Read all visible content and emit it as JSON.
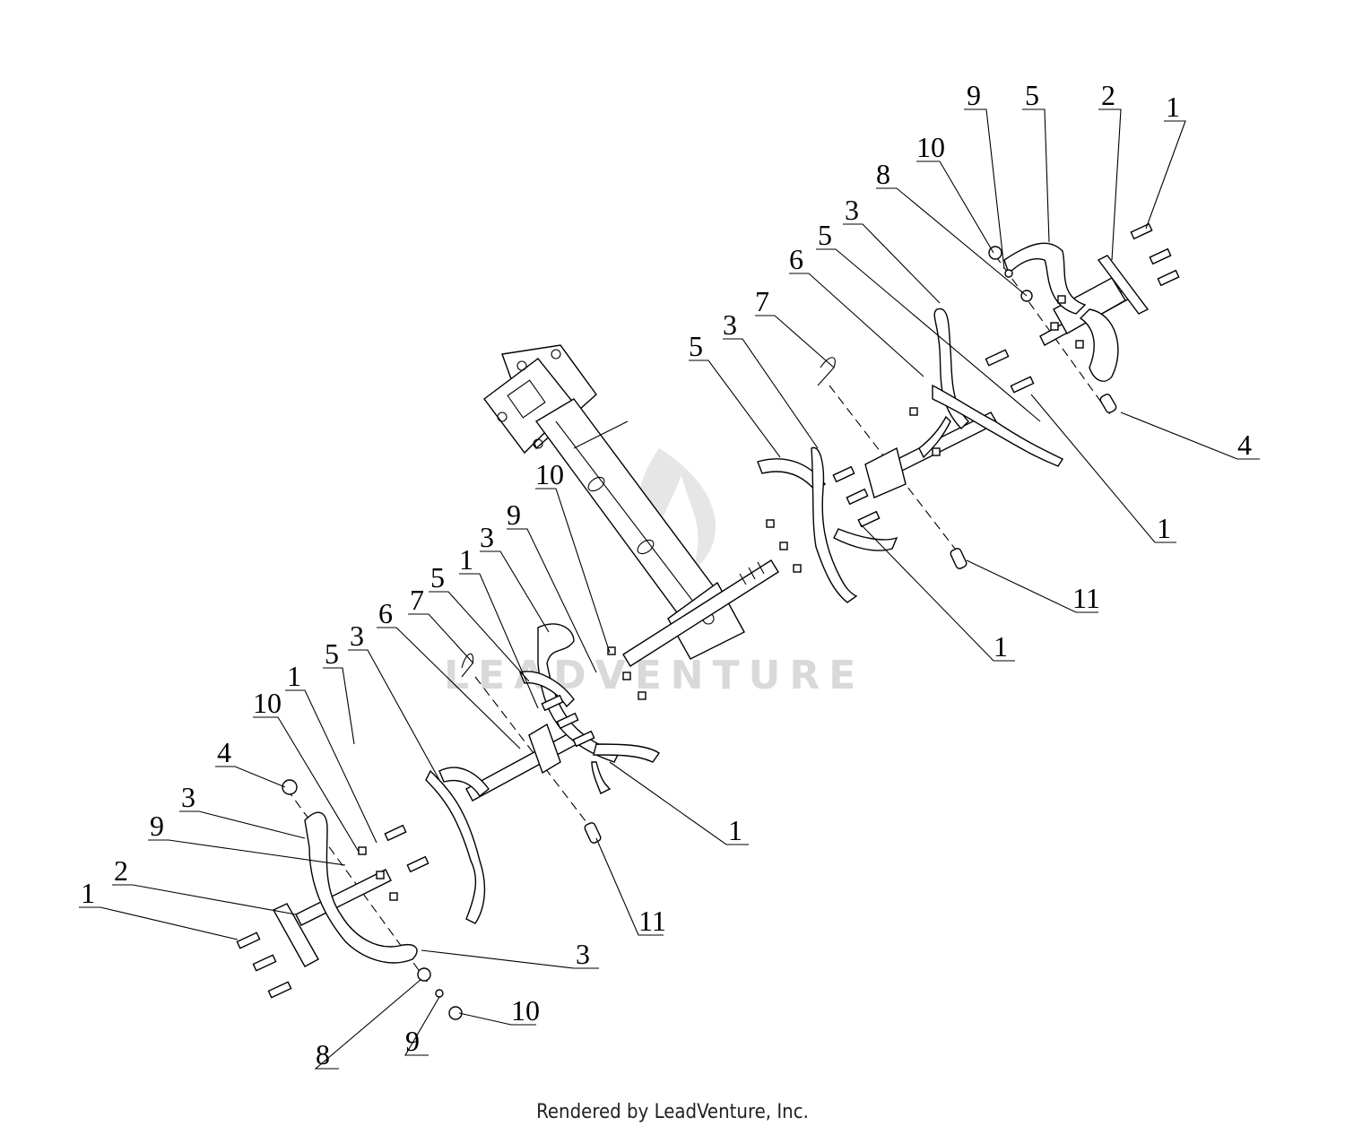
{
  "footer": "Rendered by LeadVenture, Inc.",
  "watermark": "LEADVENTURE",
  "callouts": [
    {
      "id": "c1",
      "text": "9"
    },
    {
      "id": "c2",
      "text": "5"
    },
    {
      "id": "c3",
      "text": "2"
    },
    {
      "id": "c4",
      "text": "1"
    },
    {
      "id": "c5",
      "text": "10"
    },
    {
      "id": "c6",
      "text": "8"
    },
    {
      "id": "c7",
      "text": "3"
    },
    {
      "id": "c8",
      "text": "5"
    },
    {
      "id": "c9",
      "text": "6"
    },
    {
      "id": "c10",
      "text": "7"
    },
    {
      "id": "c11",
      "text": "3"
    },
    {
      "id": "c12",
      "text": "5"
    },
    {
      "id": "c13",
      "text": "4"
    },
    {
      "id": "c14",
      "text": "1"
    },
    {
      "id": "c15",
      "text": "11"
    },
    {
      "id": "c16",
      "text": "1"
    },
    {
      "id": "c17",
      "text": "10"
    },
    {
      "id": "c18",
      "text": "9"
    },
    {
      "id": "c19",
      "text": "3"
    },
    {
      "id": "c20",
      "text": "1"
    },
    {
      "id": "c21",
      "text": "5"
    },
    {
      "id": "c22",
      "text": "7"
    },
    {
      "id": "c23",
      "text": "6"
    },
    {
      "id": "c24",
      "text": "3"
    },
    {
      "id": "c25",
      "text": "5"
    },
    {
      "id": "c26",
      "text": "1"
    },
    {
      "id": "c27",
      "text": "10"
    },
    {
      "id": "c28",
      "text": "4"
    },
    {
      "id": "c29",
      "text": "3"
    },
    {
      "id": "c30",
      "text": "9"
    },
    {
      "id": "c31",
      "text": "2"
    },
    {
      "id": "c32",
      "text": "1"
    },
    {
      "id": "c33",
      "text": "1"
    },
    {
      "id": "c34",
      "text": "11"
    },
    {
      "id": "c35",
      "text": "3"
    },
    {
      "id": "c36",
      "text": "10"
    },
    {
      "id": "c37",
      "text": "9"
    },
    {
      "id": "c38",
      "text": "8"
    }
  ]
}
